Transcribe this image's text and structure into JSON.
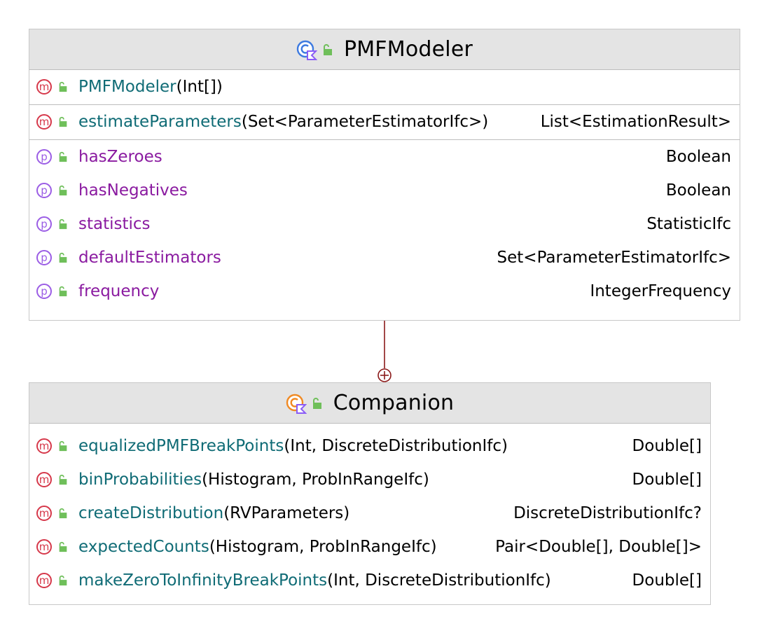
{
  "classes": {
    "pmf": {
      "name": "PMFModeler",
      "constructors": [
        {
          "name": "PMFModeler",
          "params": "(Int[])",
          "returns": ""
        }
      ],
      "methods": [
        {
          "name": "estimateParameters",
          "params": "(Set<ParameterEstimatorIfc>)",
          "returns": "List<EstimationResult>"
        }
      ],
      "properties": [
        {
          "name": "hasZeroes",
          "type": "Boolean"
        },
        {
          "name": "hasNegatives",
          "type": "Boolean"
        },
        {
          "name": "statistics",
          "type": "StatisticIfc"
        },
        {
          "name": "defaultEstimators",
          "type": "Set<ParameterEstimatorIfc>"
        },
        {
          "name": "frequency",
          "type": "IntegerFrequency"
        }
      ]
    },
    "companion": {
      "name": "Companion",
      "methods": [
        {
          "name": "equalizedPMFBreakPoints",
          "params": "(Int, DiscreteDistributionIfc)",
          "returns": "Double[]"
        },
        {
          "name": "binProbabilities",
          "params": "(Histogram, ProbInRangeIfc)",
          "returns": "Double[]"
        },
        {
          "name": "createDistribution",
          "params": "(RVParameters)",
          "returns": "DiscreteDistributionIfc?"
        },
        {
          "name": "expectedCounts",
          "params": "(Histogram, ProbInRangeIfc)",
          "returns": "Pair<Double[], Double[]>"
        },
        {
          "name": "makeZeroToInfinityBreakPoints",
          "params": "(Int, DiscreteDistributionIfc)",
          "returns": "Double[]"
        }
      ]
    }
  },
  "badges": {
    "method": "m",
    "property": "p"
  },
  "icons": {
    "class_icon": "kotlin-class-icon",
    "object_icon": "kotlin-object-icon",
    "visibility": "public-unlock-icon",
    "relation": "nested-class-connector-icon"
  },
  "colors": {
    "method_name": "#0f6b75",
    "property_name": "#8a1aa0",
    "method_badge": "#d6384a",
    "property_badge": "#9b5de5",
    "connector": "#8b1a1a"
  }
}
